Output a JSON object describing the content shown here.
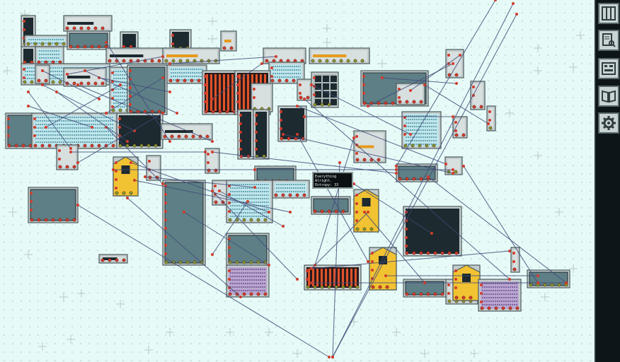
{
  "app": {
    "name": "circuit-builder"
  },
  "colors": {
    "canvas_bg": "#e6faf7",
    "module_frame": "#c3cccc",
    "module_border": "#4b5b5f",
    "screen_dark": "#1d2a2f",
    "screen_teal": "#5e7f86",
    "port_red": "#d23b2b",
    "port_green": "#7d9a2d",
    "wire": "#3f4a78",
    "accent_orange": "#e59a1e",
    "accent_yellow": "#f1c232",
    "sidebar_bg": "#0d1518"
  },
  "tooltip": {
    "line1": "Everything",
    "line2": "Alright.",
    "line3": "Entropy: 33"
  },
  "sidebar": {
    "tools": [
      {
        "name": "module-columns-icon"
      },
      {
        "name": "document-search-icon"
      },
      {
        "name": "board-map-icon"
      },
      {
        "name": "open-book-icon"
      },
      {
        "name": "gear-icon"
      }
    ]
  }
}
